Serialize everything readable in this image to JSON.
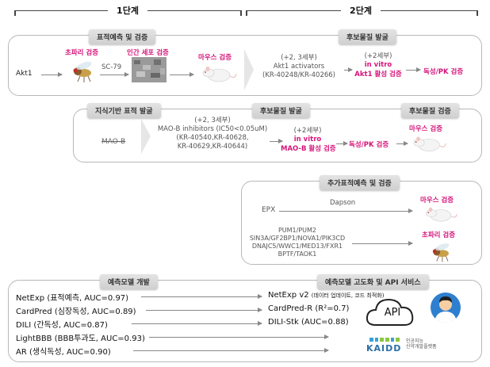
{
  "stages": {
    "stage1": "1단계",
    "stage2": "2단계"
  },
  "row1": {
    "header_left": "표적예측 및 검증",
    "header_right": "후보물질 발굴",
    "akt1": "Akt1",
    "fly_label": "초파리 검증",
    "cell_label": "인간 세포 검증",
    "mouse_label": "마우스 검증",
    "sc79": "SC-79",
    "activators_line1": "(+2, 3세부)",
    "activators_line2": "Akt1 activators",
    "activators_line3": "(KR-40248/KR-40266)",
    "invitro_line1": "(+2세부)",
    "invitro_line2": "in vitro",
    "invitro_line3": "Akt1 활성 검증",
    "tox": "독성/PK 검증"
  },
  "row2": {
    "header_left": "지식기반 표적 발굴",
    "header_mid": "후보물질 발굴",
    "header_right": "후보물질 검증",
    "maob": "MAO-B",
    "inhib_line1": "(+2, 3세부)",
    "inhib_line2": "MAO-B inhibitors (IC50<0.05uM)",
    "inhib_line3": "(KR-40540,KR-40628,",
    "inhib_line4": "KR-40629,KR-40644)",
    "invitro_line1": "(+2세부)",
    "invitro_line2": "in vitro",
    "invitro_line3": "MAO-B 활성 검증",
    "tox": "독성/PK 검증",
    "mouse_label": "마우스 검증"
  },
  "row3": {
    "header": "추가표적예측 및 검증",
    "epx": "EPX",
    "dapson": "Dapson",
    "mouse_label": "마우스 검증",
    "fly_label": "초파리 검증",
    "genes": [
      "PUM1/PUM2",
      "SIN3A/GF2BP1/NOVA1/PIK3CD",
      "DNAJC5/WWC1/MED13/FXR1",
      "BPTF/TAOK1"
    ]
  },
  "bottom": {
    "header_left": "예측모델 개발",
    "header_right": "예측모델 고도화 및 API 서비스",
    "models": [
      "NetExp (표적예측, AUC=0.97)",
      "CardPred (심장독성, AUC=0.89)",
      "DILI (간독성, AUC=0.87)",
      "LightBBB (BBB투과도, AUC=0.93)",
      "AR (생식독성, AUC=0.90)"
    ],
    "v2_main": "NetExp v2",
    "v2_note": "(데이터 업데이트, 코드 최적화)",
    "cardpred_r": "CardPred-R (R²=0.7)",
    "dili_stk": "DILI-Stk (AUC=0.88)",
    "api": "API",
    "kaidd": "KAIDD",
    "kaidd_sub1": "인공지능",
    "kaidd_sub2": "신약개발플랫폼"
  },
  "colors": {
    "accent": "#d6157a",
    "panel_border": "#b8b8b8",
    "header_bg": "#d8d8d8"
  }
}
